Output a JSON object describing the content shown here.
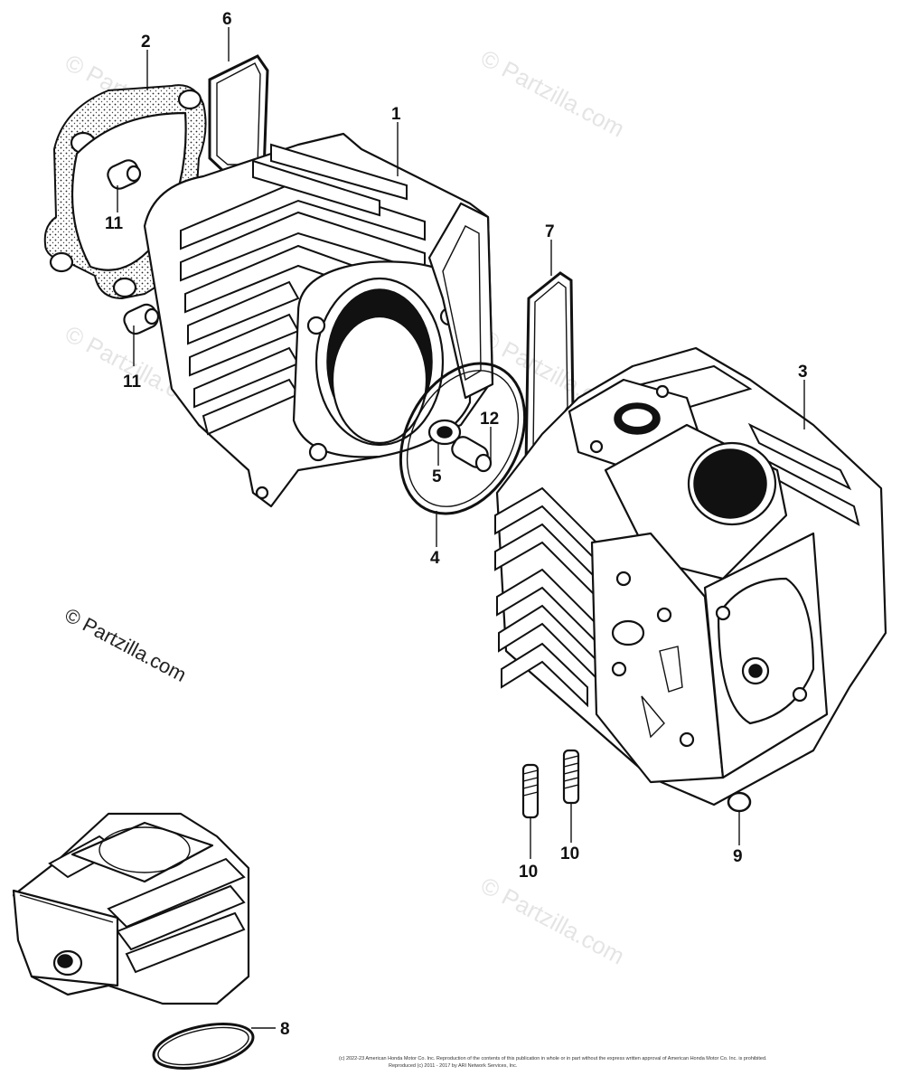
{
  "diagram": {
    "callouts": [
      {
        "id": "1",
        "label": "1"
      },
      {
        "id": "2",
        "label": "2"
      },
      {
        "id": "3",
        "label": "3"
      },
      {
        "id": "4",
        "label": "4"
      },
      {
        "id": "5",
        "label": "5"
      },
      {
        "id": "6",
        "label": "6"
      },
      {
        "id": "7",
        "label": "7"
      },
      {
        "id": "8",
        "label": "8"
      },
      {
        "id": "9",
        "label": "9"
      },
      {
        "id": "10a",
        "label": "10"
      },
      {
        "id": "10b",
        "label": "10"
      },
      {
        "id": "11a",
        "label": "11"
      },
      {
        "id": "11b",
        "label": "11"
      },
      {
        "id": "12",
        "label": "12"
      }
    ],
    "watermark": "© Partzilla.com",
    "footer_line1": "(c) 2022-23 American Honda Motor Co. Inc. Reproduction of the contents of this publication in whole or in part without the express written approval of American Honda Motor Co. Inc. is prohibited.",
    "footer_line2": "Reproduced (c) 2011 - 2017 by ARI Network Services, Inc."
  }
}
